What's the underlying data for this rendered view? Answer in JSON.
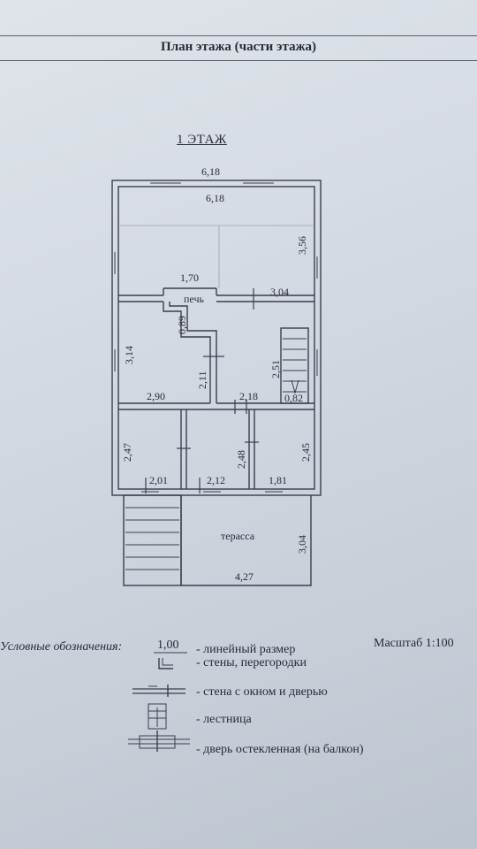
{
  "header": {
    "title": "План этажа (части этажа)",
    "floor_label": "1 ЭТАЖ"
  },
  "plan": {
    "room_labels": {
      "stove": "печь",
      "terrace": "терасса"
    },
    "dimensions": {
      "top_width": "6,18",
      "top_height": "3,56",
      "hall_left": "1,70",
      "hall_right": "3,04",
      "stove_height": "0,89",
      "left_room_height": "3,14",
      "left_room_width": "2,90",
      "left_room_inner": "2,11",
      "center_room_width": "2,18",
      "stair_height": "2,51",
      "stair_width": "0,82",
      "bottom_left_height": "2,47",
      "bottom_left_width": "2,01",
      "bottom_mid_height": "2,48",
      "bottom_mid_width": "2,12",
      "bottom_right_height": "2,45",
      "bottom_right_width": "1,81",
      "terrace_height": "3,04",
      "terrace_width": "4,27"
    }
  },
  "legend": {
    "heading": "Условные обозначения:",
    "scale": "Масштаб 1:100",
    "sample_dimension": "1,00",
    "items": [
      {
        "symbol": "dimension",
        "text": "- линейный размер"
      },
      {
        "symbol": "wall",
        "text": "- стены, перегородки"
      },
      {
        "symbol": "wall-window-door",
        "text": "- стена с окном и дверью"
      },
      {
        "symbol": "stairs",
        "text": "- лестница"
      },
      {
        "symbol": "glazed-door",
        "text": "- дверь остекленная (на балкон)"
      }
    ]
  }
}
